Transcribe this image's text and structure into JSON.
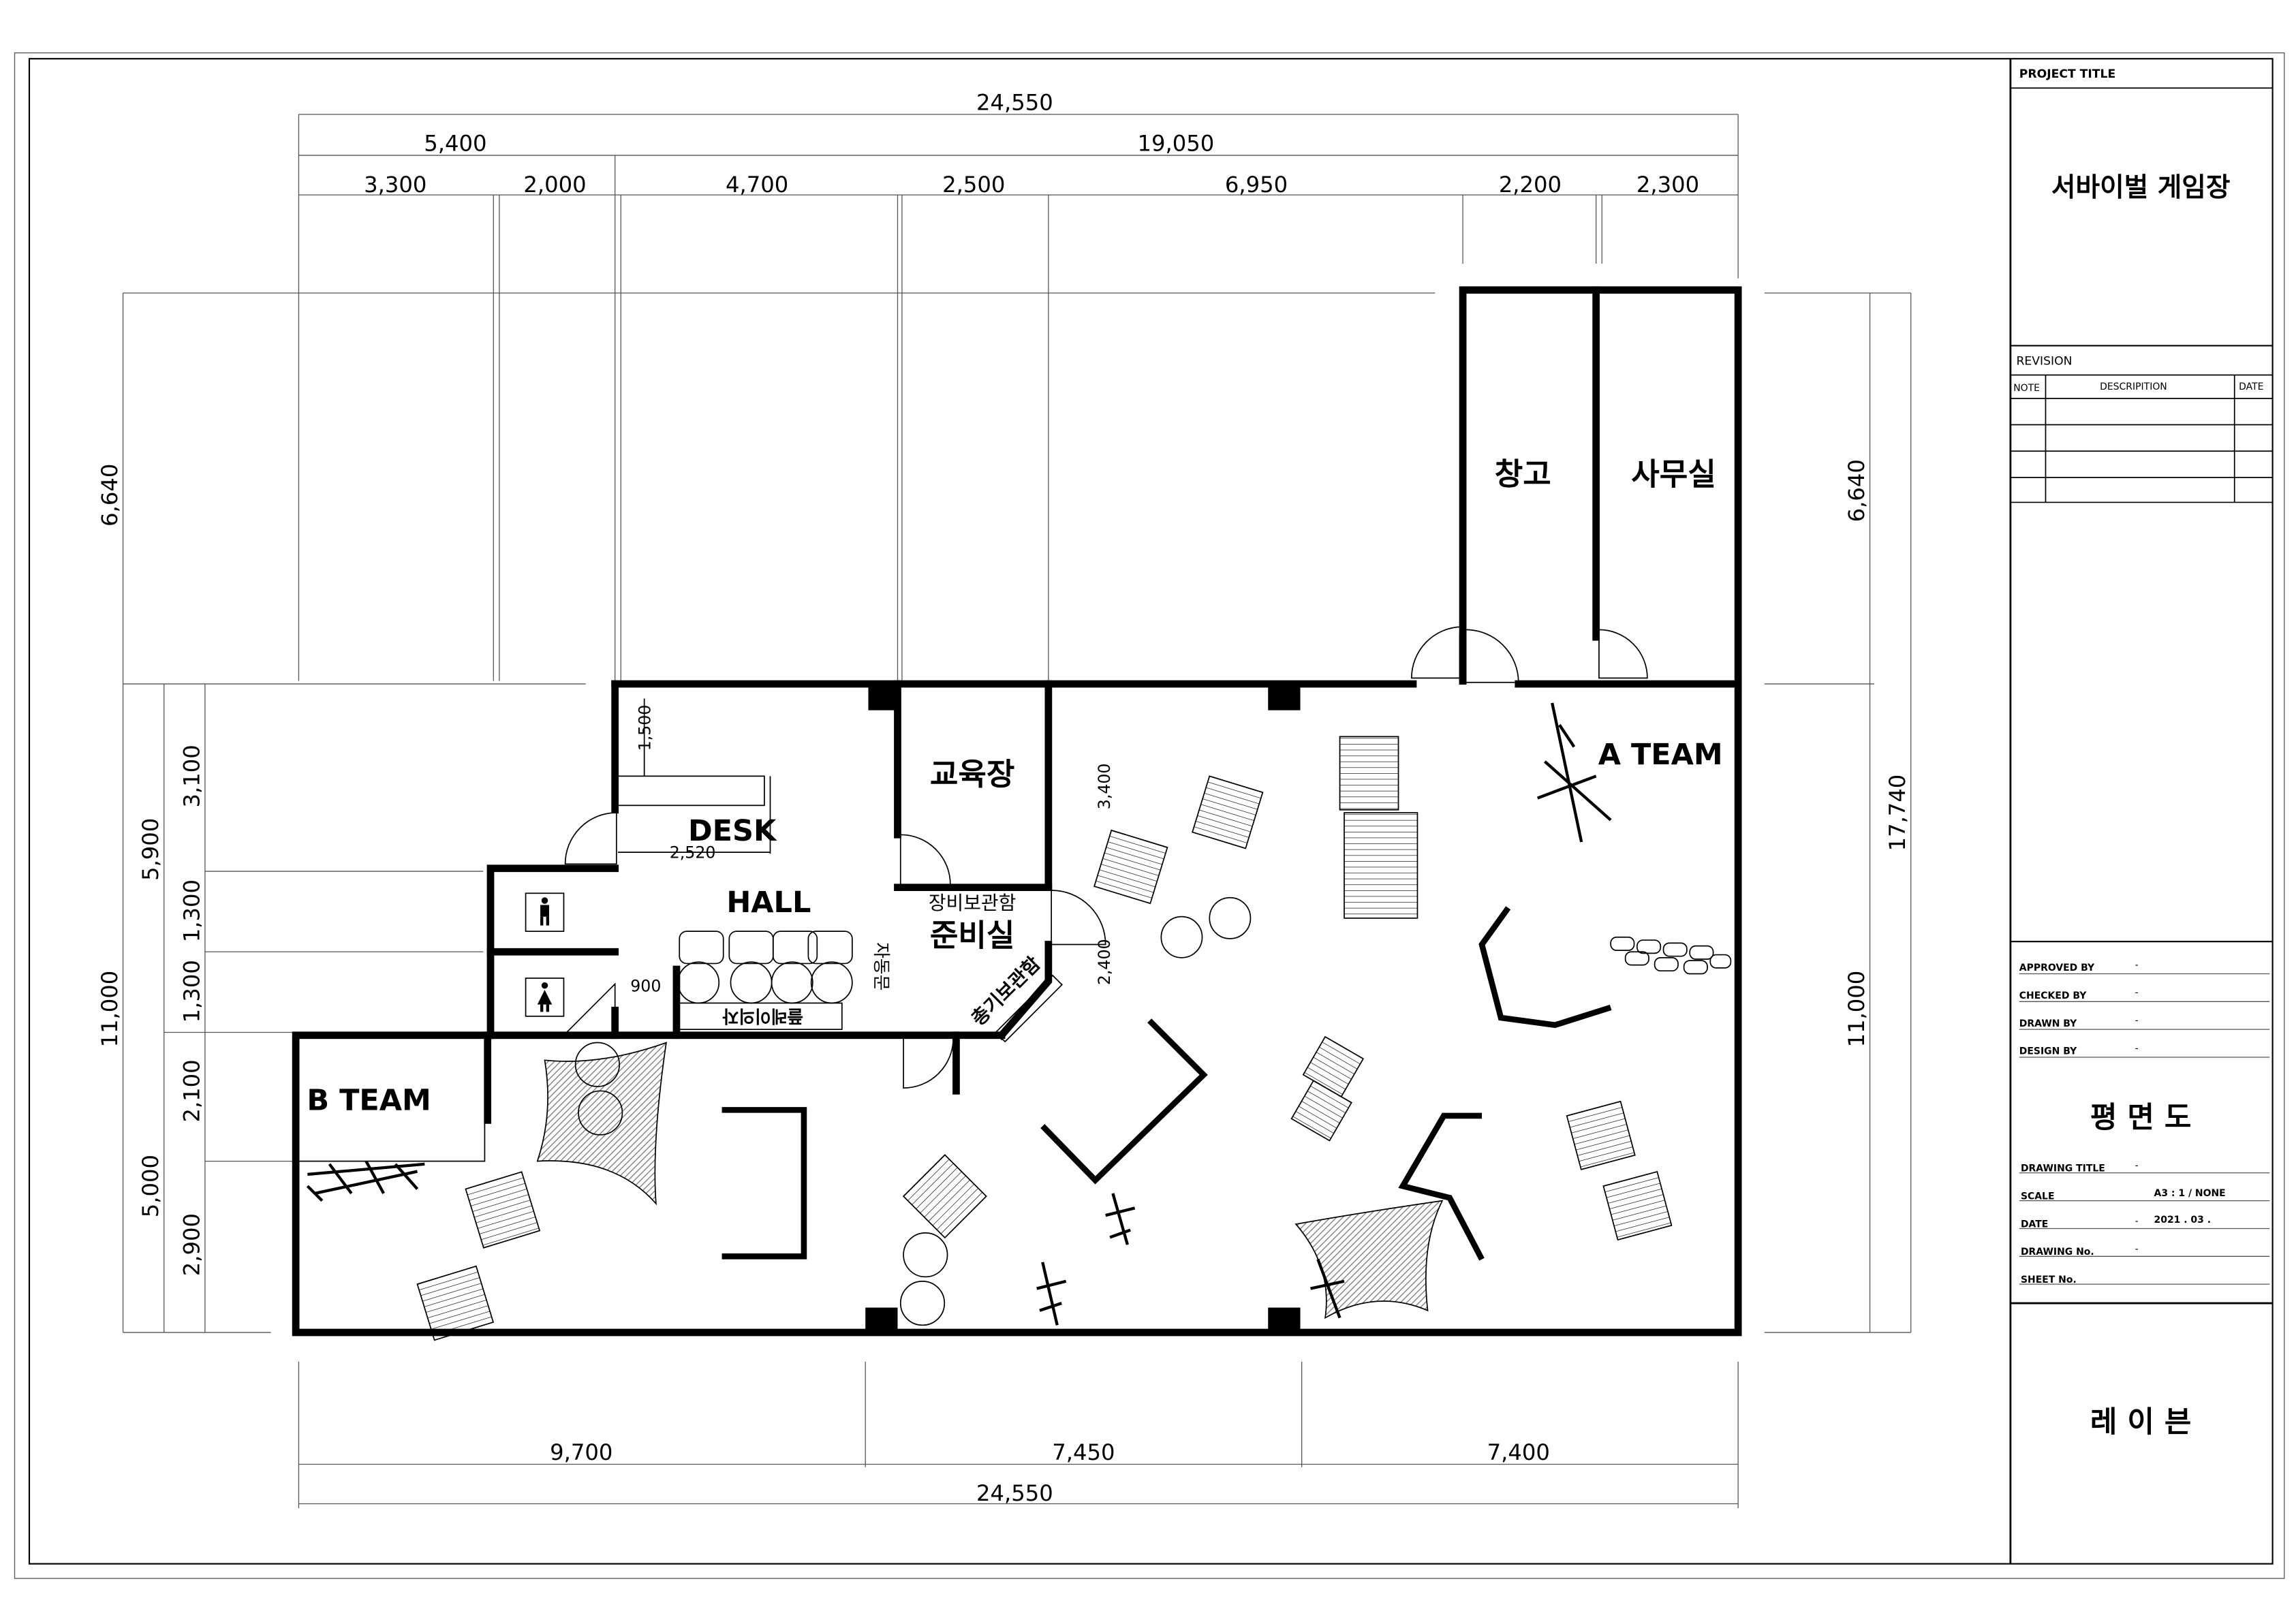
{
  "title_block": {
    "project_title_label": "PROJECT TITLE",
    "project_title": "서바이벌 게임장",
    "revision_label": "REVISION",
    "revision_columns": [
      "NOTE",
      "DESCRIPITION",
      "DATE"
    ],
    "approved_by_label": "APPROVED BY",
    "approved_by": "-",
    "checked_by_label": "CHECKED BY",
    "checked_by": "-",
    "drawn_by_label": "DRAWN BY",
    "drawn_by": "-",
    "design_by_label": "DESIGN BY",
    "design_by": "-",
    "drawing_name": "평 면 도",
    "drawing_title_label": "DRAWING TITLE",
    "drawing_title": "-",
    "scale_label": "SCALE",
    "scale": "A3 :  1 / NONE",
    "date_label": "DATE",
    "date_dash": "-",
    "date": "2021 . 03 .",
    "drawing_no_label": "DRAWING No.",
    "drawing_no": "-",
    "sheet_no_label": "SHEET No.",
    "company": "레 이 븐"
  },
  "dimensions": {
    "top_total": "24,550",
    "top_mid": [
      "5,400",
      "19,050"
    ],
    "top_detail": [
      "3,300",
      "2,000",
      "4,700",
      "2,500",
      "6,950",
      "2,200",
      "2,300"
    ],
    "bottom": [
      "9,700",
      "7,450",
      "7,400"
    ],
    "bottom_total": "24,550",
    "left_outer": [
      "6,640",
      "11,000"
    ],
    "left_mid": [
      "5,900",
      "5,000"
    ],
    "left_inner": [
      "3,100",
      "1,300",
      "1,300",
      "2,100",
      "2,900"
    ],
    "right": [
      "6,640",
      "17,740",
      "11,000"
    ],
    "interior": {
      "desk_depth": "1,500",
      "desk_width": "2,520",
      "toilet_door": "900",
      "edu_height": "3,400",
      "prep_height": "2,400"
    }
  },
  "rooms": {
    "storage": "창고",
    "office": "사무실",
    "a_team": "A TEAM",
    "b_team": "B TEAM",
    "education": "교육장",
    "desk": "DESK",
    "hall": "HALL",
    "equipment_locker": "장비보관함",
    "prep_room": "준비실",
    "auto_door": "자동문",
    "gun_locker": "총기보관함",
    "play_chairs": "플레이의자"
  }
}
